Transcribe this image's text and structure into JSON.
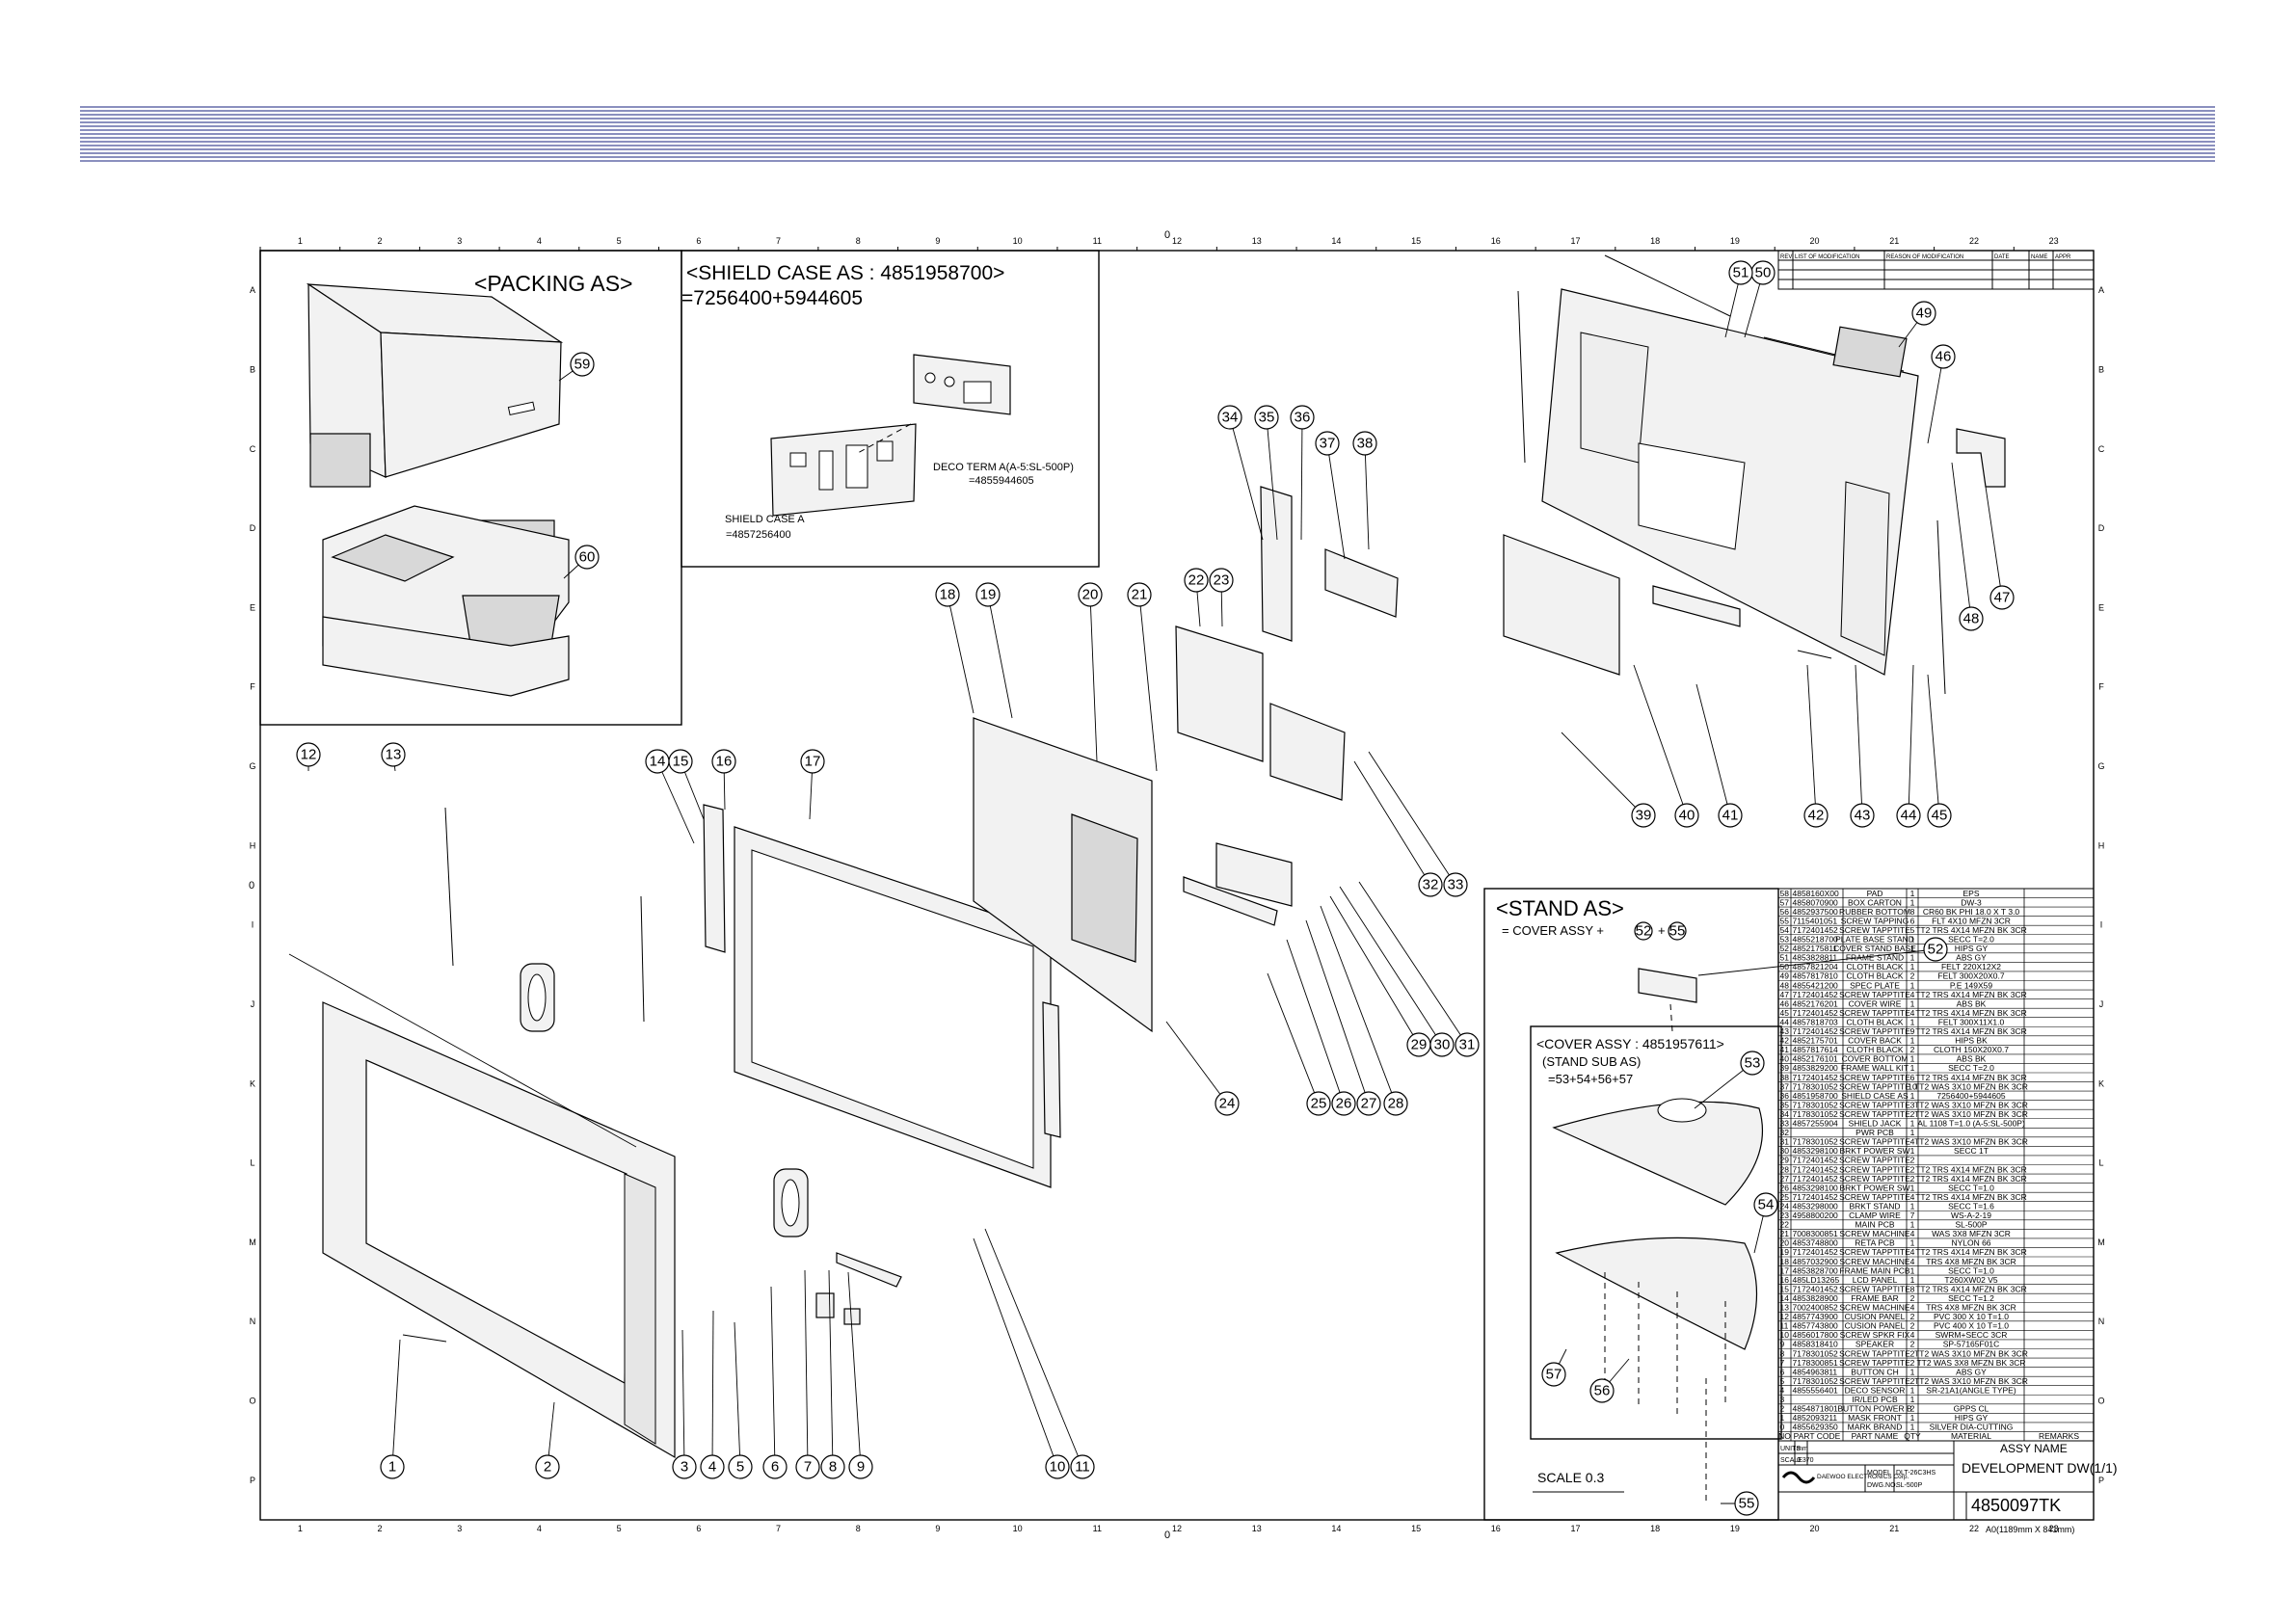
{
  "zone_numbers_top": [
    "1",
    "2",
    "3",
    "4",
    "5",
    "6",
    "7",
    "8",
    "9",
    "10",
    "11",
    "12",
    "13",
    "14",
    "15",
    "16",
    "17",
    "18",
    "19",
    "20",
    "21",
    "22",
    "23"
  ],
  "zone_letters_side": [
    "A",
    "B",
    "C",
    "D",
    "E",
    "F",
    "G",
    "H",
    "I",
    "J",
    "K",
    "L",
    "M",
    "N",
    "O",
    "P"
  ],
  "center_mark": "0",
  "packing": {
    "title": "<PACKING AS>"
  },
  "shield": {
    "title": "<SHIELD CASE AS : 4851958700>",
    "formula": "=7256400+5944605",
    "deco_label": "DECO TERM A(A-5:SL-500P)",
    "deco_code": "=4855944605",
    "case_label": "SHIELD CASE A",
    "case_code": "=4857256400"
  },
  "stand": {
    "title": "<STAND AS>",
    "formula_prefix": "= COVER ASSY +",
    "formula_a": "52",
    "formula_plus": "+",
    "formula_b": "55",
    "cover_title": "<COVER ASSY : 4851957611>",
    "cover_sub": "(STAND SUB AS)",
    "cover_formula": "=53+54+56+57",
    "scale": "SCALE   0.3"
  },
  "revision": {
    "headers": [
      "REV",
      "LIST OF MODIFICATION",
      "REASON OF MODIFICATION",
      "DATE",
      "NAME",
      "APPR"
    ]
  },
  "bom": {
    "headers": [
      "NO",
      "PART CODE",
      "PART NAME",
      "QTY",
      "MATERIAL",
      "REMARKS"
    ],
    "rows": [
      [
        "58",
        "4858160X00",
        "PAD",
        "1",
        "EPS",
        ""
      ],
      [
        "57",
        "4858070900",
        "BOX CARTON",
        "1",
        "DW-3",
        ""
      ],
      [
        "56",
        "4852937500",
        "RUBBER BOTTOM",
        "8",
        "CR60 BK PHI 18.0 X T 3.0",
        ""
      ],
      [
        "55",
        "7115401051",
        "SCREW TAPPING",
        "6",
        "FLT 4X10 MFZN 3CR",
        ""
      ],
      [
        "54",
        "7172401452",
        "SCREW TAPPTITE",
        "5",
        "TT2 TRS 4X14 MFZN BK 3CR",
        ""
      ],
      [
        "53",
        "4855218700",
        "PLATE BASE STAND",
        "1",
        "SECC T=2.0",
        ""
      ],
      [
        "52",
        "4852175811",
        "COVER STAND BASE",
        "1",
        "HIPS GY",
        ""
      ],
      [
        "51",
        "4853828811",
        "FRAME STAND",
        "1",
        "ABS GY",
        ""
      ],
      [
        "50",
        "4857821204",
        "CLOTH BLACK",
        "1",
        "FELT 220X12X2",
        ""
      ],
      [
        "49",
        "4857817810",
        "CLOTH BLACK",
        "2",
        "FELT 300X20X0.7",
        ""
      ],
      [
        "48",
        "4855421200",
        "SPEC PLATE",
        "1",
        "P.E 149X59",
        ""
      ],
      [
        "47",
        "7172401452",
        "SCREW TAPPTITE",
        "4",
        "TT2 TRS 4X14 MFZN BK 3CR",
        ""
      ],
      [
        "46",
        "4852176201",
        "COVER WIRE",
        "1",
        "ABS BK",
        ""
      ],
      [
        "45",
        "7172401452",
        "SCREW TAPPTITE",
        "4",
        "TT2 TRS 4X14 MFZN BK 3CR",
        ""
      ],
      [
        "44",
        "4857818703",
        "CLOTH BLACK",
        "1",
        "FELT 300X11X1.0",
        ""
      ],
      [
        "43",
        "7172401452",
        "SCREW TAPPTITE",
        "9",
        "TT2 TRS 4X14 MFZN BK 3CR",
        ""
      ],
      [
        "42",
        "4852175701",
        "COVER BACK",
        "1",
        "HIPS BK",
        ""
      ],
      [
        "41",
        "4857817614",
        "CLOTH BLACK",
        "2",
        "CLOTH 150X20X0.7",
        ""
      ],
      [
        "40",
        "4852176101",
        "COVER BOTTOM",
        "1",
        "ABS BK",
        ""
      ],
      [
        "39",
        "4853829200",
        "FRAME WALL KIT",
        "1",
        "SECC T=2.0",
        ""
      ],
      [
        "38",
        "7172401452",
        "SCREW TAPPTITE",
        "6",
        "TT2 TRS 4X14 MFZN BK 3CR",
        ""
      ],
      [
        "37",
        "7178301052",
        "SCREW TAPPTITE",
        "10",
        "TT2 WAS 3X10 MFZN BK 3CR",
        ""
      ],
      [
        "36",
        "4851958700",
        "SHIELD CASE AS",
        "1",
        "7256400+5944605",
        ""
      ],
      [
        "35",
        "7178301052",
        "SCREW TAPPTITE",
        "3",
        "TT2 WAS 3X10 MFZN BK 3CR",
        ""
      ],
      [
        "34",
        "7178301052",
        "SCREW TAPPTITE",
        "2",
        "TT2 WAS 3X10 MFZN BK 3CR",
        ""
      ],
      [
        "33",
        "4857255904",
        "SHIELD JACK",
        "1",
        "AL 1108 T=1.0 (A-5:SL-500P)",
        ""
      ],
      [
        "32",
        "",
        "PWR PCB",
        "1",
        "",
        ""
      ],
      [
        "31",
        "7178301052",
        "SCREW TAPPTITE",
        "4",
        "TT2 WAS 3X10 MFZN BK 3CR",
        ""
      ],
      [
        "30",
        "4853298100",
        "BRKT POWER SW",
        "1",
        "SECC 1T",
        ""
      ],
      [
        "29",
        "7172401452",
        "SCREW TAPPTITE",
        "2",
        "",
        ""
      ],
      [
        "28",
        "7172401452",
        "SCREW TAPPTITE",
        "2",
        "TT2 TRS 4X14 MFZN BK 3CR",
        ""
      ],
      [
        "27",
        "7172401452",
        "SCREW TAPPTITE",
        "2",
        "TT2 TRS 4X14 MFZN BK 3CR",
        ""
      ],
      [
        "26",
        "4853298100",
        "BRKT POWER SW",
        "1",
        "SECC T=1.0",
        ""
      ],
      [
        "25",
        "7172401452",
        "SCREW TAPPTITE",
        "4",
        "TT2 TRS 4X14 MFZN BK 3CR",
        ""
      ],
      [
        "24",
        "4853298000",
        "BRKT STAND",
        "1",
        "SECC T=1.6",
        ""
      ],
      [
        "23",
        "4958800200",
        "CLAMP WIRE",
        "7",
        "WS-A-2-19",
        ""
      ],
      [
        "22",
        "",
        "MAIN PCB",
        "1",
        "SL-500P",
        ""
      ],
      [
        "21",
        "7008300851",
        "SCREW MACHINE",
        "4",
        "WAS 3X8 MFZN 3CR",
        ""
      ],
      [
        "20",
        "4853748800",
        "RETA PCB",
        "1",
        "NYLON 66",
        ""
      ],
      [
        "19",
        "7172401452",
        "SCREW TAPPTITE",
        "4",
        "TT2 TRS 4X14 MFZN BK 3CR",
        ""
      ],
      [
        "18",
        "4857032900",
        "SCREW MACHINE",
        "4",
        "TRS 4X8 MFZN BK 3CR",
        ""
      ],
      [
        "17",
        "4853828700",
        "FRAME MAIN PCB",
        "1",
        "SECC T=1.0",
        ""
      ],
      [
        "16",
        "485LD13265",
        "LCD PANEL",
        "1",
        "T260XW02 V5",
        ""
      ],
      [
        "15",
        "7172401452",
        "SCREW TAPPTITE",
        "8",
        "TT2 TRS 4X14 MFZN BK 3CR",
        ""
      ],
      [
        "14",
        "4853828900",
        "FRAME BAR",
        "2",
        "SECC T=1.2",
        ""
      ],
      [
        "13",
        "7002400852",
        "SCREW MACHINE",
        "4",
        "TRS 4X8 MFZN BK 3CR",
        ""
      ],
      [
        "12",
        "4857743900",
        "CUSION PANEL",
        "2",
        "PVC 300 X 10 T=1.0",
        ""
      ],
      [
        "11",
        "4857743800",
        "CUSION PANEL",
        "2",
        "PVC 400 X 10 T=1.0",
        ""
      ],
      [
        "10",
        "4856017800",
        "SCREW SPKR FIX",
        "4",
        "SWRM+SECC 3CR",
        ""
      ],
      [
        "9",
        "4858318410",
        "SPEAKER",
        "2",
        "SP-57165F01C",
        ""
      ],
      [
        "8",
        "7178301052",
        "SCREW TAPPTITE",
        "2",
        "TT2 WAS 3X10 MFZN BK 3CR",
        ""
      ],
      [
        "7",
        "7178300851",
        "SCREW TAPPTITE",
        "2",
        "TT2 WAS 3X8 MFZN BK 3CR",
        ""
      ],
      [
        "6",
        "4854963811",
        "BUTTON CH",
        "1",
        "ABS GY",
        ""
      ],
      [
        "5",
        "7178301052",
        "SCREW TAPPTITE",
        "2",
        "TT2 WAS 3X10 MFZN BK 3CR",
        ""
      ],
      [
        "4",
        "4855556401",
        "DECO SENSOR",
        "1",
        "SR-21A1(ANGLE TYPE)",
        ""
      ],
      [
        "3",
        "",
        "IR/LED PCB",
        "1",
        "",
        ""
      ],
      [
        "2",
        "4854871801",
        "BUTTON POWER B",
        "2",
        "GPPS CL",
        ""
      ],
      [
        "1",
        "4852093211",
        "MASK FRONT",
        "1",
        "HIPS GY",
        ""
      ],
      [
        "0",
        "4855629350",
        "MARK BRAND",
        "1",
        "SILVER DIA-CUTTING",
        ""
      ]
    ]
  },
  "title_block": {
    "units_label": "UNITS",
    "units_value": "mm",
    "scale_label": "SCALE",
    "scale_value": "0.370",
    "company": "DAEWOO ELECTRONICS Corp.",
    "model_label": "MODEL",
    "model_value": "DLT-26C3HS",
    "model_sub": "SL-500P",
    "dwg_label": "DWG.NO.",
    "assy_label": "ASSY NAME",
    "assy_value": "DEVELOPMENT DW(1/1)",
    "drawing_no": "4850097TK",
    "sheet_size": "A0(1189mm X 841mm)"
  }
}
